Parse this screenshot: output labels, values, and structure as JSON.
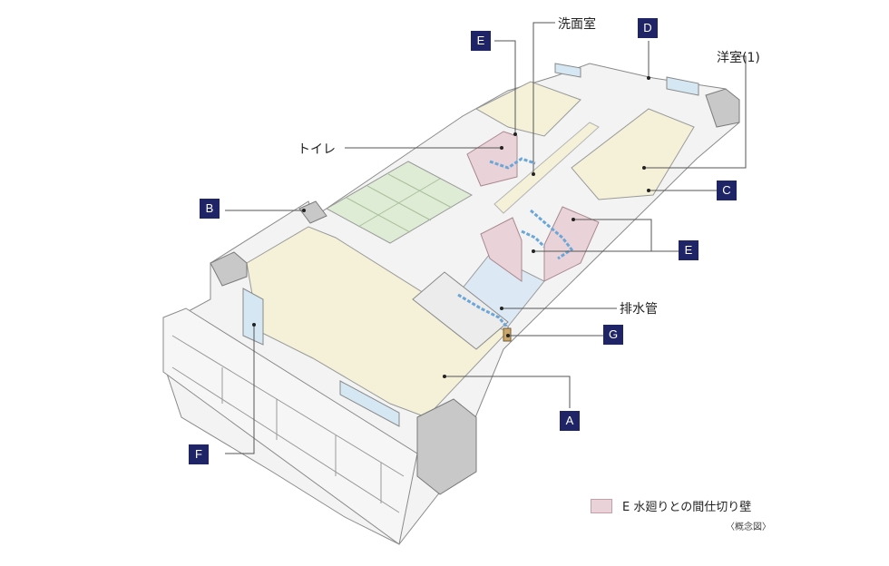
{
  "diagram": {
    "labels": {
      "A": "A",
      "B": "B",
      "C": "C",
      "D": "D",
      "E_top": "E",
      "E_right": "E",
      "F": "F",
      "G": "G"
    },
    "callouts": {
      "senmenshitsu": "洗面室",
      "yoshitsu": "洋室(1)",
      "toire": "トイレ",
      "haisuikan": "排水管"
    },
    "legend": {
      "text": "E 水廻りとの間仕切り壁",
      "sub": "〈概念図〉"
    }
  },
  "colors": {
    "badge": "#1f2466",
    "wall": "#f1f1f1",
    "wall_top": "#c8c8c8",
    "living_floor": "#f4f1d8",
    "tatami": "#dfecd5",
    "wet_wall": "#ead3d8",
    "bath_floor": "#dce9f4",
    "pipe": "#6ba6d8",
    "drain_fixture": "#c9a66b"
  }
}
